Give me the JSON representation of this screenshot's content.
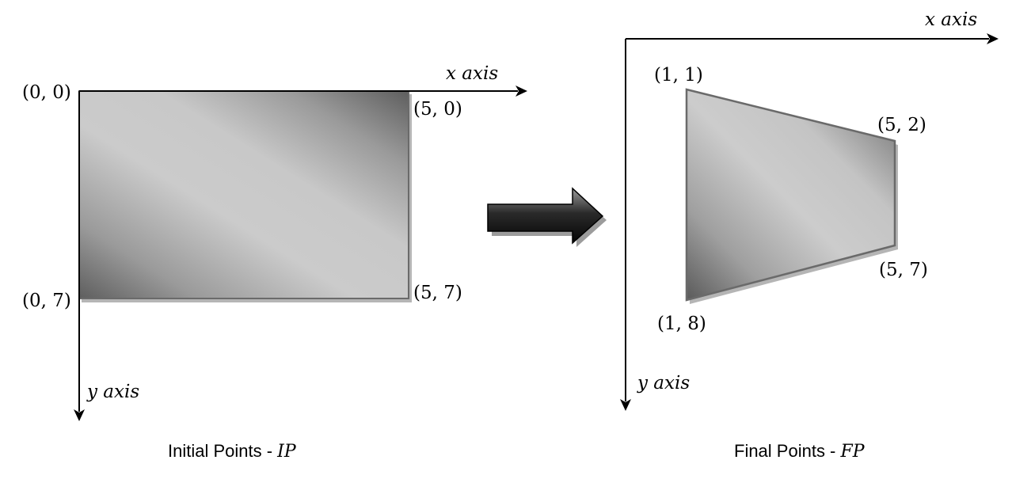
{
  "left_panel": {
    "x_axis_label": "x axis",
    "y_axis_label": "y axis",
    "corners": {
      "top_left": "(0, 0)",
      "top_right": "(5, 0)",
      "bottom_right": "(5, 7)",
      "bottom_left": "(0, 7)"
    },
    "caption_prefix": "Initial Points - ",
    "caption_symbol": "IP"
  },
  "right_panel": {
    "x_axis_label": "x axis",
    "y_axis_label": "y axis",
    "corners": {
      "top_left": "(1, 1)",
      "top_right": "(5, 2)",
      "bottom_right": "(5, 7)",
      "bottom_left": "(1, 8)"
    },
    "caption_prefix": "Final Points - ",
    "caption_symbol": "FP"
  },
  "colors": {
    "axis": "#000000",
    "shape_edge": "#6a6a6a",
    "shape_shadow": "#b5b5b5",
    "gradient_dark": "#6b6b6b",
    "gradient_light": "#cdcdcd",
    "arrow_dark": "#0a0a0a",
    "arrow_light": "#8a8a8a"
  }
}
